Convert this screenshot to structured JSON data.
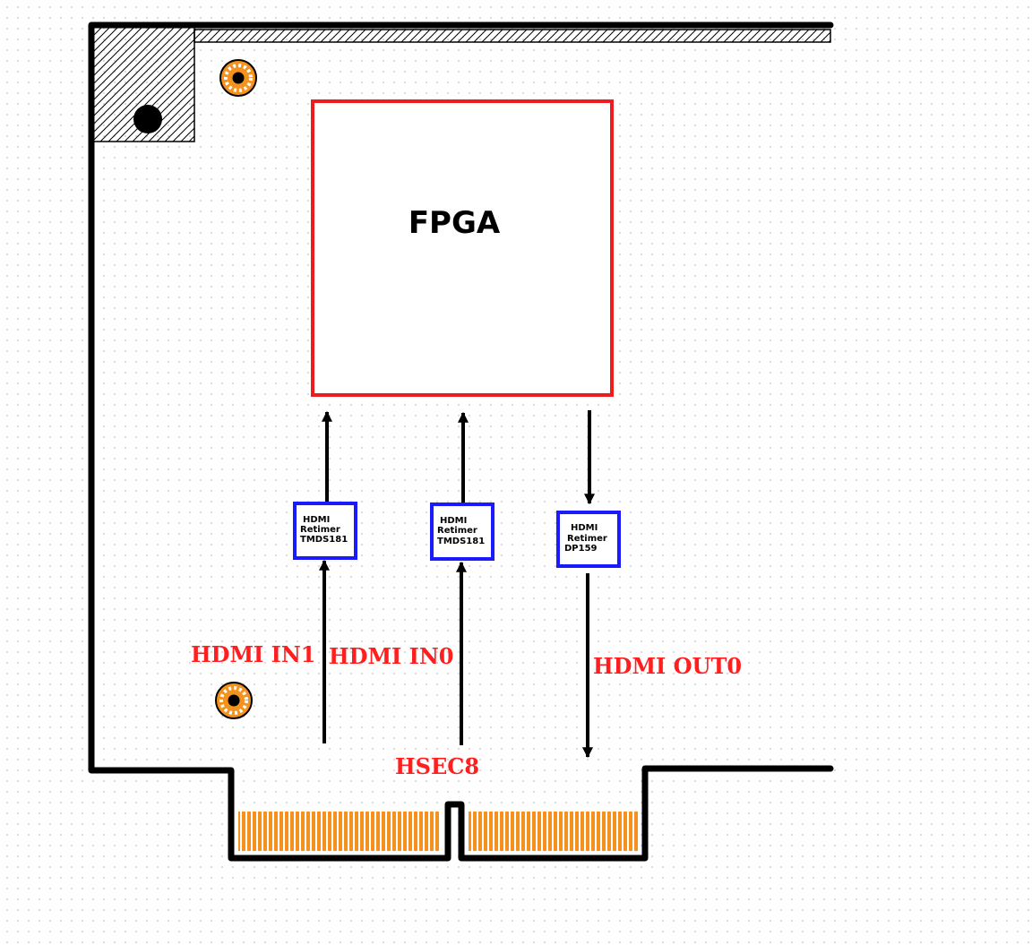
{
  "fpga": {
    "label": "FPGA"
  },
  "retimers": [
    {
      "line1": "HDMI",
      "line2": "Retimer",
      "line3": "TMDS181"
    },
    {
      "line1": "HDMI",
      "line2": "Retimer",
      "line3": "TMDS181"
    },
    {
      "line1": "HDMI",
      "line2": "Retimer",
      "line3": "DP159"
    }
  ],
  "labels": {
    "hdmi_in1": "HDMI IN1",
    "hdmi_in0": "HDMI IN0",
    "hdmi_out0": "HDMI OUT0",
    "connector": "HSEC8"
  },
  "colors": {
    "board_outline": "#000000",
    "fpga_border": "#ee1c1c",
    "retimer_border": "#1a1aff",
    "label_text": "#ff1f1f",
    "contacts": "#f5921e",
    "grid_dots": "#d2d2d2"
  }
}
